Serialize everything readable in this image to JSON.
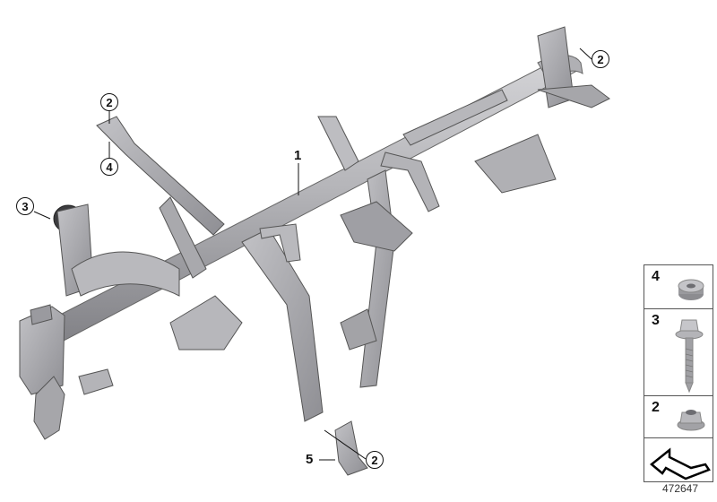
{
  "diagram": {
    "subject": "Instrument panel carrier / cross-member (parts diagram)",
    "colors": {
      "metal_light": "#c9c9cc",
      "metal_mid": "#a9a9ad",
      "metal_dark": "#7d7d82",
      "outline": "#555555",
      "callout_stroke": "#111111",
      "background": "#ffffff"
    },
    "callouts": [
      {
        "id": "c1",
        "label": "1",
        "style": "plain"
      },
      {
        "id": "c2a",
        "label": "2",
        "style": "circle"
      },
      {
        "id": "c2b",
        "label": "2",
        "style": "circle"
      },
      {
        "id": "c2c",
        "label": "2",
        "style": "circle"
      },
      {
        "id": "c3",
        "label": "3",
        "style": "circle"
      },
      {
        "id": "c4",
        "label": "4",
        "style": "circle"
      },
      {
        "id": "c5",
        "label": "5",
        "style": "plain"
      }
    ],
    "legend": [
      {
        "num": "4",
        "part": "spacer-washer",
        "icon": "washer-icon"
      },
      {
        "num": "3",
        "part": "hex-flange-screw",
        "icon": "screw-icon"
      },
      {
        "num": "2",
        "part": "hex-flange-nut",
        "icon": "nut-icon"
      },
      {
        "num": "",
        "part": "direction-arrow",
        "icon": "arrow-icon"
      }
    ],
    "part_number": "472647"
  }
}
